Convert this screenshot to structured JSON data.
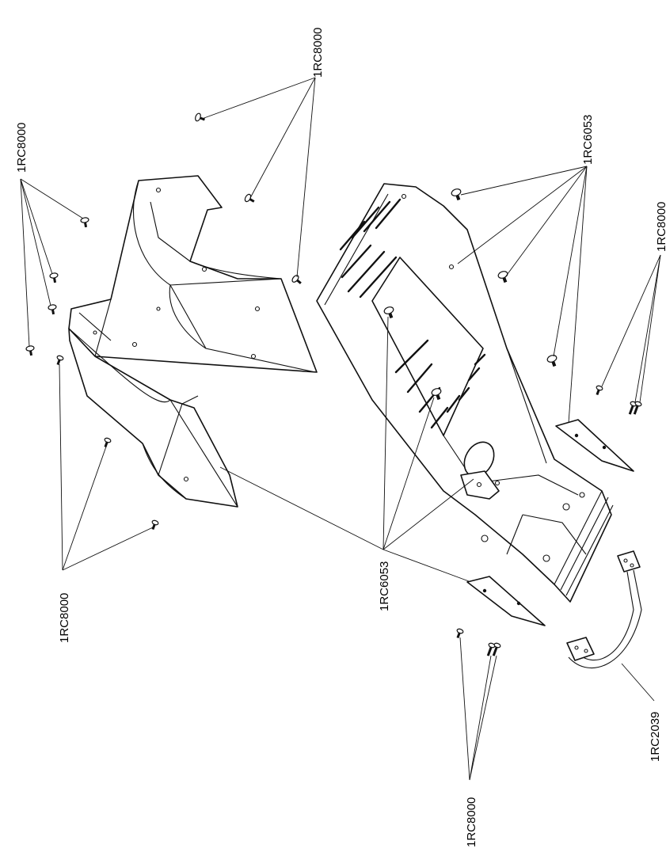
{
  "callouts": {
    "screws_top_center": "1RC8000",
    "screws_top_left": "1RC8000",
    "screws_bottom_left": "1RC8000",
    "brackets_center": "1RC6053",
    "tray_top_right": "1RC6053",
    "screws_right": "1RC8000",
    "screws_bottom_center": "1RC8000",
    "handle_bottom_right": "1RC2039"
  }
}
